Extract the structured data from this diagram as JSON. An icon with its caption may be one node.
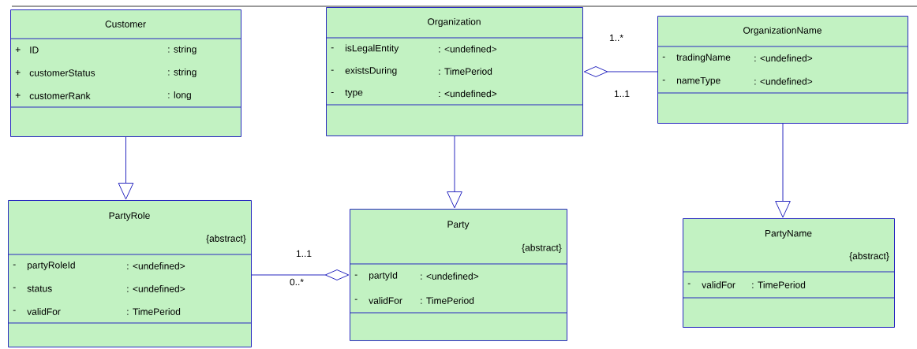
{
  "diagram": {
    "nodes": [
      {
        "text": [
          "Customer",
          "+",
          "ID",
          ": string",
          "+",
          "customerStatus",
          ": string",
          "+",
          "customerRank",
          ": long"
        ]
      },
      {
        "text": [
          "Organization",
          "-",
          "isLegalEntity",
          ": <undefined>",
          "-",
          "existsDuring",
          ": TimePeriod",
          "-",
          "type",
          ": <undefined>"
        ]
      },
      {
        "text": [
          "OrganizationName",
          "-",
          "tradingName",
          ": <undefined>",
          "-",
          "nameType",
          ": <undefined>"
        ]
      },
      {
        "text": [
          "PartyRole",
          "{abstract}",
          "-",
          "partyRoleId",
          ": <undefined>",
          "-",
          "status",
          ": <undefined>",
          "-",
          "validFor",
          ": TimePeriod"
        ]
      },
      {
        "text": [
          "Party",
          "{abstract}",
          "-",
          "partyId",
          ": <undefined>",
          "-",
          "validFor",
          ": TimePeriod"
        ]
      },
      {
        "text": [
          "PartyName",
          "{abstract}",
          "-",
          "validFor",
          ": TimePeriod"
        ]
      }
    ],
    "edges": [
      {
        "from": 0,
        "to": 3,
        "arrow": "to"
      },
      {
        "from": 1,
        "to": 4,
        "arrow": "to"
      },
      {
        "from": 2,
        "to": 5,
        "arrow": "to"
      },
      {
        "from": 1,
        "to": 2,
        "arrow": "other"
      },
      {
        "from": 4,
        "to": 3,
        "arrow": "other"
      }
    ],
    "labels": [
      "1..*",
      "1..1",
      "1..1",
      "0..*"
    ]
  }
}
